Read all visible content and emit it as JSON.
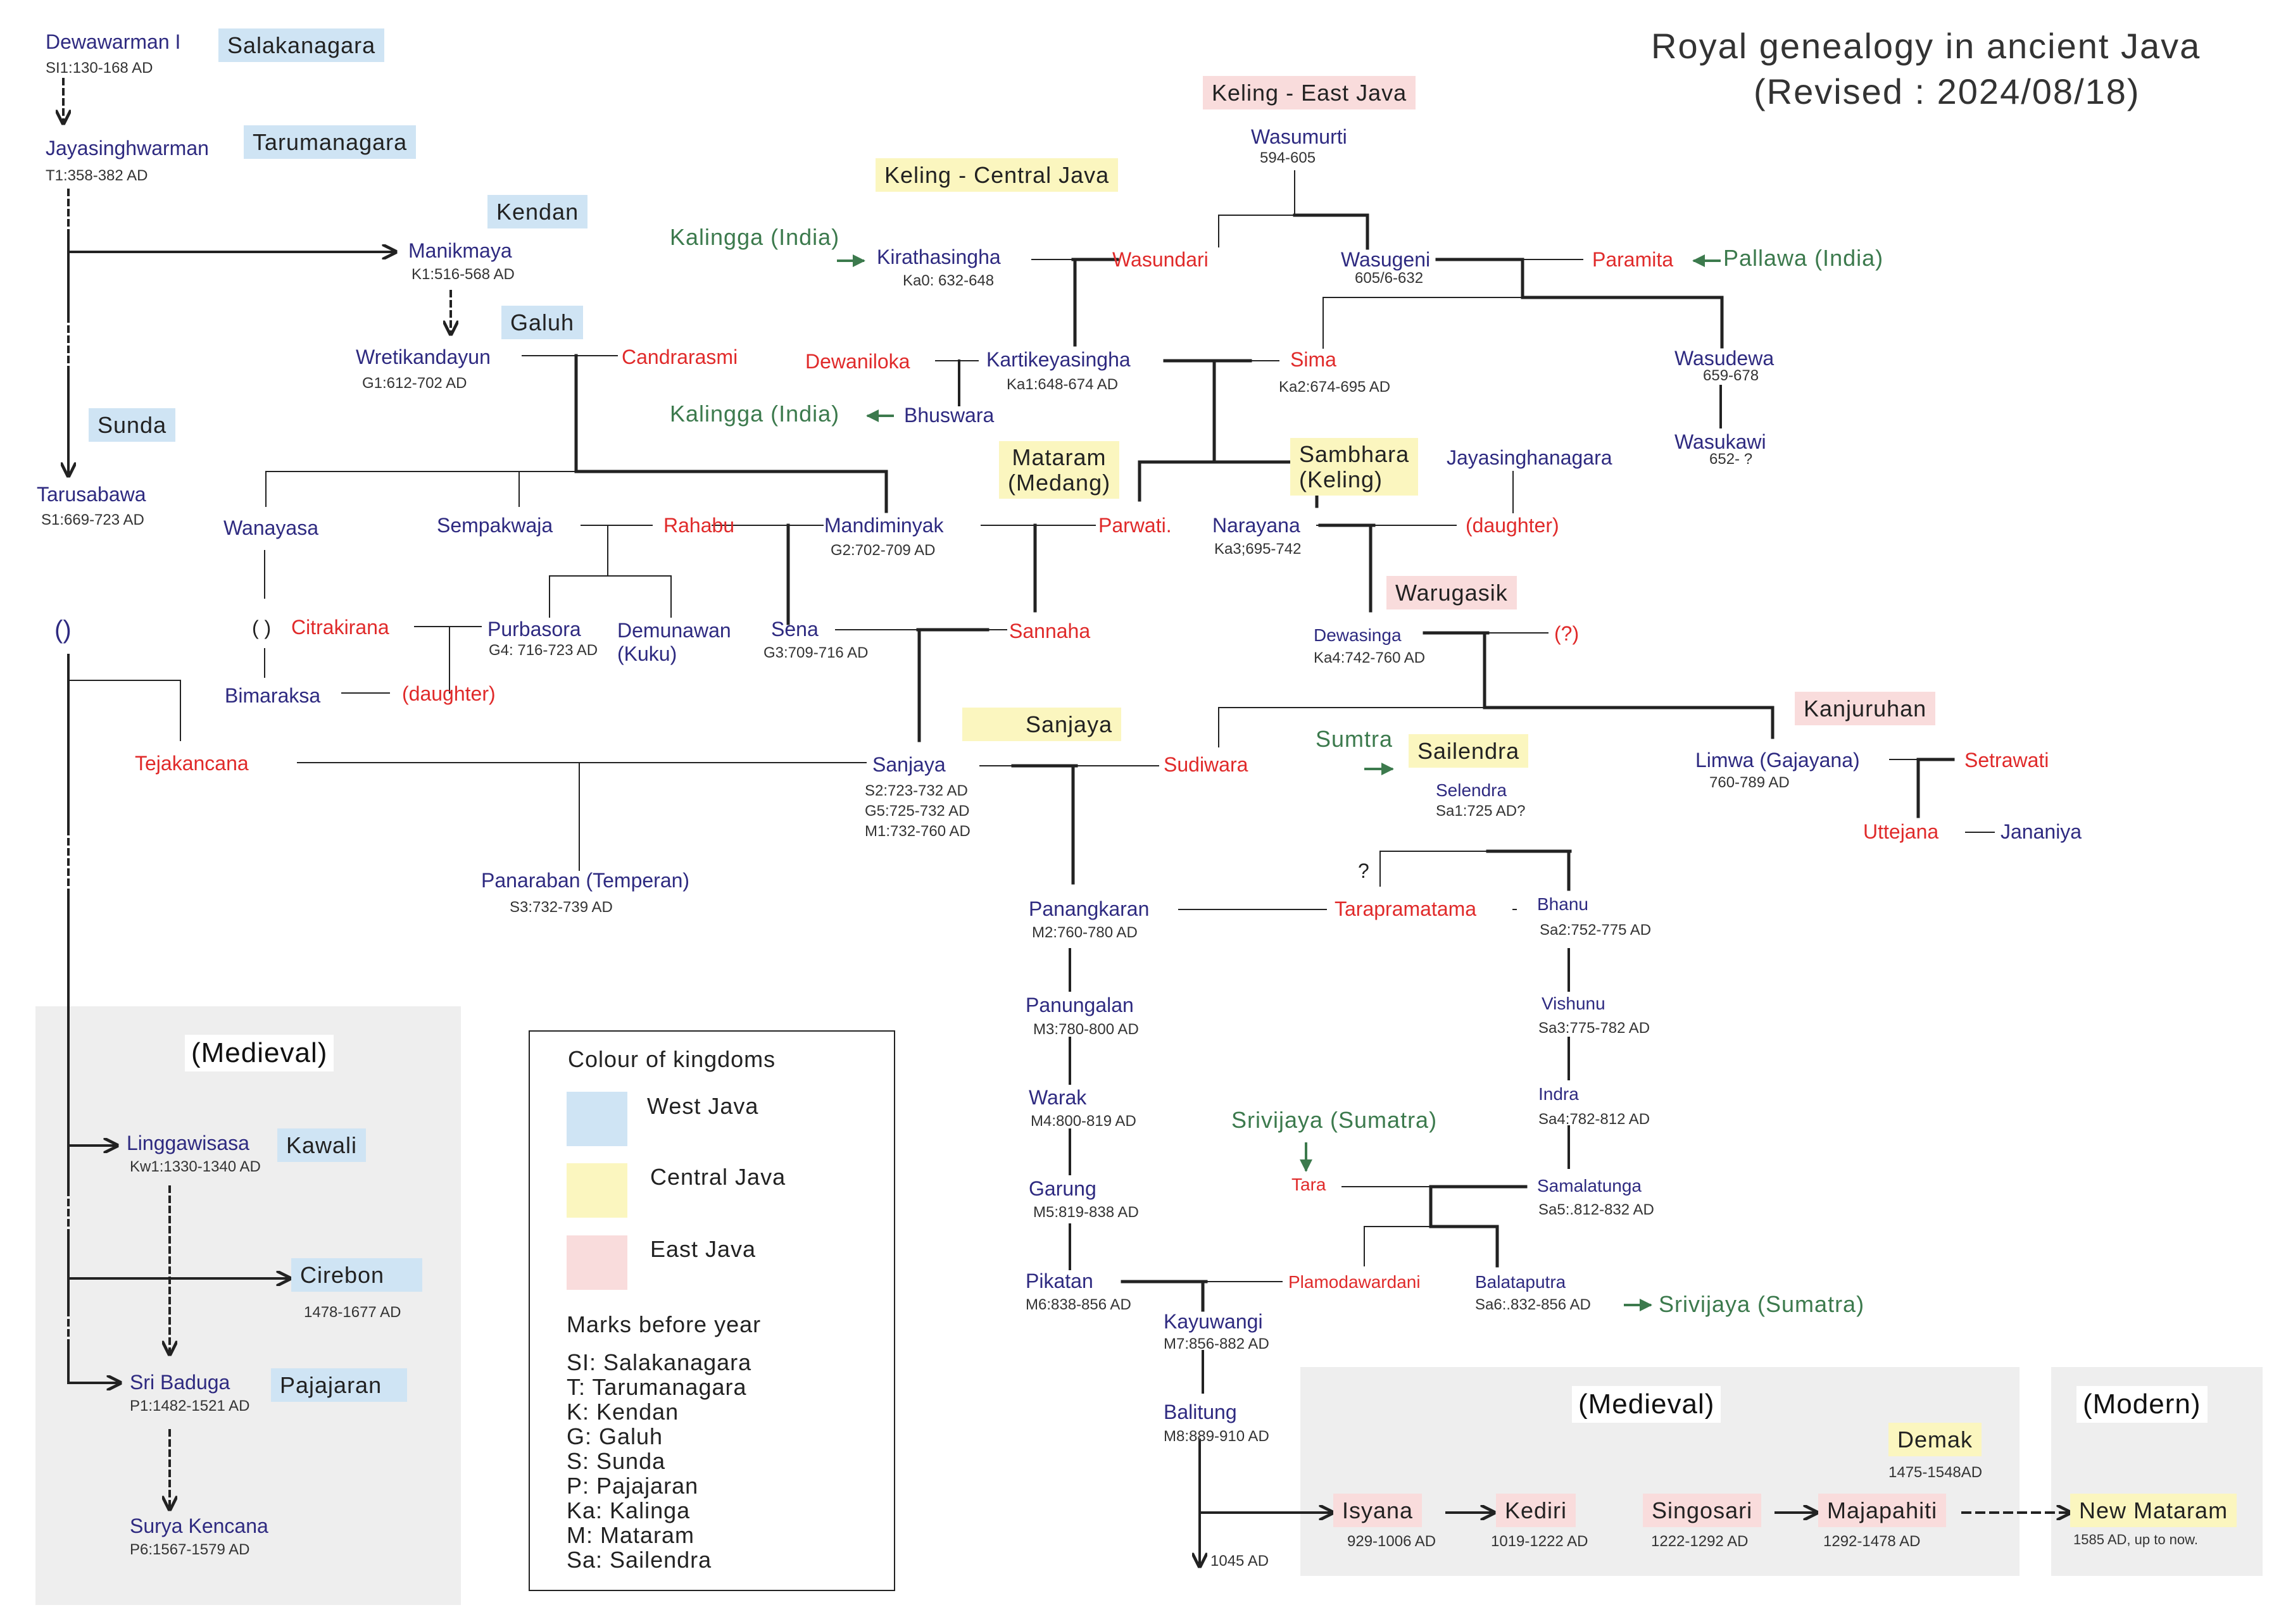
{
  "title": {
    "line1": "Royal genealogy in ancient Java",
    "line2": "(Revised : 2024/08/18)"
  },
  "colors": {
    "west": "#cfe4f4",
    "central": "#fbf6bf",
    "east": "#f9dcdc",
    "king": "#2e2a80",
    "spouse": "#e02a2a",
    "foreign": "#3c7a4d"
  },
  "tags": {
    "salakanagara": "Salakanagara",
    "tarumanagara": "Tarumanagara",
    "kendan": "Kendan",
    "galuh": "Galuh",
    "sunda": "Sunda",
    "keling_central": "Keling - Central Java",
    "keling_east": "Keling - East Java",
    "mataram": "Mataram\n(Medang)",
    "sambhara": "Sambhara\n(Keling)",
    "warugasik": "Warugasik",
    "sanjaya": "Sanjaya",
    "sailendra": "Sailendra",
    "kanjuruhan": "Kanjuruhan",
    "kawali": "Kawali",
    "cirebon": "Cirebon",
    "pajajaran": "Pajajaran",
    "demak": "Demak"
  },
  "people": {
    "dewawarman": {
      "name": "Dewawarman I",
      "date": "SI1:130-168 AD"
    },
    "jayasinghwarman": {
      "name": "Jayasinghwarman",
      "date": "T1:358-382 AD"
    },
    "manikmaya": {
      "name": "Manikmaya",
      "date": "K1:516-568 AD"
    },
    "wretikandayun": {
      "name": "Wretikandayun",
      "date": "G1:612-702 AD"
    },
    "candrarasmi": {
      "name": "Candrarasmi"
    },
    "tarusabawa": {
      "name": "Tarusabawa",
      "date": "S1:669-723 AD"
    },
    "wanayasa": {
      "name": "Wanayasa"
    },
    "sempakwaja": {
      "name": "Sempakwaja"
    },
    "rahabu": {
      "name": "Rahabu"
    },
    "mandiminyak": {
      "name": "Mandiminyak",
      "date": "G2:702-709 AD"
    },
    "paren_s": {
      "name": "()"
    },
    "paren_w": {
      "name": "( )"
    },
    "citrakirana": {
      "name": "Citrakirana"
    },
    "purbasora": {
      "name": "Purbasora",
      "date": "G4: 716-723 AD"
    },
    "demunawan": {
      "name": "Demunawan\n(Kuku)"
    },
    "sena": {
      "name": "Sena",
      "date": "G3:709-716 AD"
    },
    "sannaha": {
      "name": "Sannaha"
    },
    "bimaraksa": {
      "name": "Bimaraksa"
    },
    "daughter1": {
      "name": "(daughter)"
    },
    "tejakancana": {
      "name": "Tejakancana"
    },
    "sanjaya": {
      "name": "Sanjaya",
      "dates": [
        "S2:723-732 AD",
        "G5:725-732 AD",
        "M1:732-760 AD"
      ]
    },
    "panaraban": {
      "name": "Panaraban (Temperan)",
      "date": "S3:732-739 AD"
    },
    "wasumurti": {
      "name": "Wasumurti",
      "date": "594-605"
    },
    "kirathasingha": {
      "name": "Kirathasingha",
      "date": "Ka0: 632-648"
    },
    "wasundari": {
      "name": "Wasundari"
    },
    "wasugeni": {
      "name": "Wasugeni",
      "date": "605/6-632"
    },
    "paramita": {
      "name": "Paramita"
    },
    "dewaniloka": {
      "name": "Dewaniloka"
    },
    "kartikeyasingha": {
      "name": "Kartikeyasingha",
      "date": "Ka1:648-674 AD"
    },
    "sima": {
      "name": "Sima",
      "date": "Ka2:674-695 AD"
    },
    "wasudewa": {
      "name": "Wasudewa",
      "date": "659-678"
    },
    "wasukawi": {
      "name": "Wasukawi",
      "date": "652- ?"
    },
    "bhuswara": {
      "name": "Bhuswara"
    },
    "parwati": {
      "name": "Parwati."
    },
    "narayana": {
      "name": "Narayana",
      "date": "Ka3;695-742"
    },
    "jayasinghanagara": {
      "name": "Jayasinghanagara"
    },
    "daughter2": {
      "name": "(daughter)"
    },
    "dewasinga": {
      "name": "Dewasinga",
      "date": "Ka4:742-760 AD"
    },
    "unknown_q": {
      "name": "(?)"
    },
    "sudiwara": {
      "name": "Sudiwara"
    },
    "limwa": {
      "name": "Limwa (Gajayana)",
      "date": "760-789 AD"
    },
    "setrawati": {
      "name": "Setrawati"
    },
    "uttejana": {
      "name": "Uttejana"
    },
    "jananiya": {
      "name": "Jananiya"
    },
    "selendra": {
      "name": "Selendra",
      "date": "Sa1:725 AD?"
    },
    "panangkaran": {
      "name": "Panangkaran",
      "date": "M2:760-780 AD"
    },
    "tarapramatama": {
      "name": "Tarapramatama"
    },
    "qmark": {
      "name": "?"
    },
    "bhanu": {
      "name": "Bhanu",
      "date": "Sa2:752-775 AD"
    },
    "panungalan": {
      "name": "Panungalan",
      "date": "M3:780-800 AD"
    },
    "vishunu": {
      "name": "Vishunu",
      "date": "Sa3:775-782 AD"
    },
    "warak": {
      "name": "Warak",
      "date": "M4:800-819  AD"
    },
    "indra": {
      "name": "Indra",
      "date": "Sa4:782-812 AD"
    },
    "garung": {
      "name": "Garung",
      "date": "M5:819-838 AD"
    },
    "tara": {
      "name": "Tara"
    },
    "samalatunga": {
      "name": "Samalatunga",
      "date": "Sa5:.812-832 AD"
    },
    "pikatan": {
      "name": "Pikatan",
      "date": "M6:838-856 AD"
    },
    "plamodawardani": {
      "name": "Plamodawardani"
    },
    "balataputra": {
      "name": "Balataputra",
      "date": "Sa6:.832-856 AD"
    },
    "kayuwangi": {
      "name": "Kayuwangi",
      "date": "M7:856-882 AD"
    },
    "balitung": {
      "name": "Balitung",
      "date": "M8:889-910 AD"
    },
    "end1045": {
      "name": "1045 AD"
    },
    "linggawisasa": {
      "name": "Linggawisasa",
      "date": "Kw1:1330-1340 AD"
    },
    "cirebon_date": {
      "date": "1478-1677 AD"
    },
    "sribaduga": {
      "name": "Sri Baduga",
      "date": "P1:1482-1521 AD"
    },
    "suryakencana": {
      "name": "Surya Kencana",
      "date": "P6:1567-1579 AD"
    }
  },
  "foreign": {
    "kalingga1": "Kalingga (India)",
    "kalingga2": "Kalingga (India)",
    "pallawa": "Pallawa (India)",
    "sumtra": "Sumtra",
    "srivijaya1": "Srivijaya (Sumatra)",
    "srivijaya2": "Srivijaya (Sumatra)"
  },
  "late_kingdoms": [
    {
      "name": "Isyana",
      "date": "929-1006 AD"
    },
    {
      "name": "Kediri",
      "date": "1019-1222 AD"
    },
    {
      "name": "Singosari",
      "date": "1222-1292 AD"
    },
    {
      "name": "Majapahiti",
      "date": "1292-1478 AD"
    },
    {
      "name": "New Mataram",
      "date": "1585 AD, up to now."
    }
  ],
  "demak_date": "1475-1548AD",
  "panels": {
    "medieval_west": "(Medieval)",
    "medieval_east": "(Medieval)",
    "modern": "(Modern)"
  },
  "legend": {
    "title": "Colour of kingdoms",
    "items": [
      "West Java",
      "Central Java",
      "East Java"
    ],
    "marks_title": "Marks before year",
    "marks": [
      "SI: Salakanagara",
      "T:  Tarumanagara",
      "K:  Kendan",
      "G: Galuh",
      "S:  Sunda",
      "P:  Pajajaran",
      "Ka: Kalinga",
      "M:  Mataram",
      "Sa: Sailendra"
    ]
  }
}
